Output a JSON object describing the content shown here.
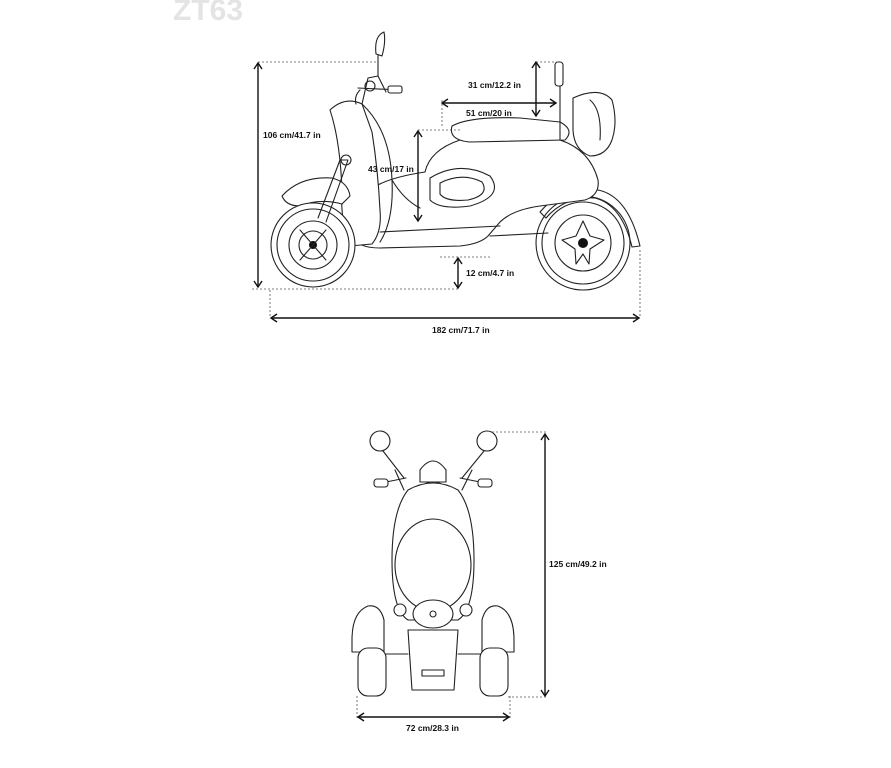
{
  "title": "ZT63",
  "dimensions": {
    "height": "106 cm/41.7 in",
    "backrest_height": "31 cm/12.2 in",
    "seat_length": "51 cm/20 in",
    "seat_height": "43 cm/17 in",
    "ground_clearance": "12 cm/4.7 in",
    "length": "182 cm/71.7 in",
    "front_height": "125 cm/49.2 in",
    "width": "72 cm/28.3 in"
  }
}
